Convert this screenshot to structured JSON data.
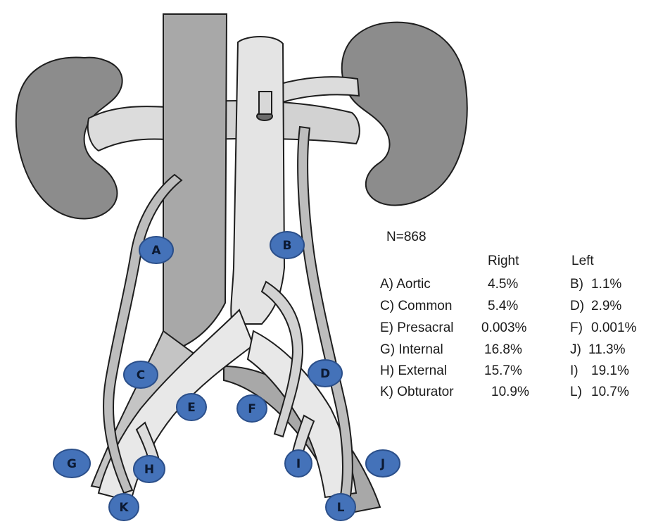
{
  "sample_size": "N=868",
  "headers": {
    "right": "Right",
    "left": "Left"
  },
  "rows": [
    {
      "right_label": "A) Aortic",
      "right_value": "4.5%",
      "left_label": "B)",
      "left_value": "1.1%"
    },
    {
      "right_label": "C) Common",
      "right_value": "5.4%",
      "left_label": "D)",
      "left_value": "2.9%"
    },
    {
      "right_label": "E) Presacral",
      "right_value": "0.003%",
      "left_label": "F)",
      "left_value": "0.001%"
    },
    {
      "right_label": "G) Internal",
      "right_value": "16.8%",
      "left_label": "J)",
      "left_value": "11.3%"
    },
    {
      "right_label": "H) External",
      "right_value": "15.7%",
      "left_label": "I)",
      "left_value": "19.1%"
    },
    {
      "right_label": "K) Obturator",
      "right_value": "10.9%",
      "left_label": "L)",
      "left_value": "10.7%"
    }
  ],
  "markers": [
    "A",
    "B",
    "C",
    "D",
    "E",
    "F",
    "G",
    "H",
    "I",
    "J",
    "K",
    "L"
  ],
  "colors": {
    "kidney": "#8c8c8c",
    "vessel_light": "#dcdcdc",
    "vessel_mid": "#c4c4c4",
    "vessel_dark": "#a8a8a8",
    "ureter": "#bdbdbd",
    "outline": "#1e1e1e",
    "marker_fill": "#4472b9",
    "marker_stroke": "#2b4f8a",
    "marker_text": "#0c1a33"
  }
}
